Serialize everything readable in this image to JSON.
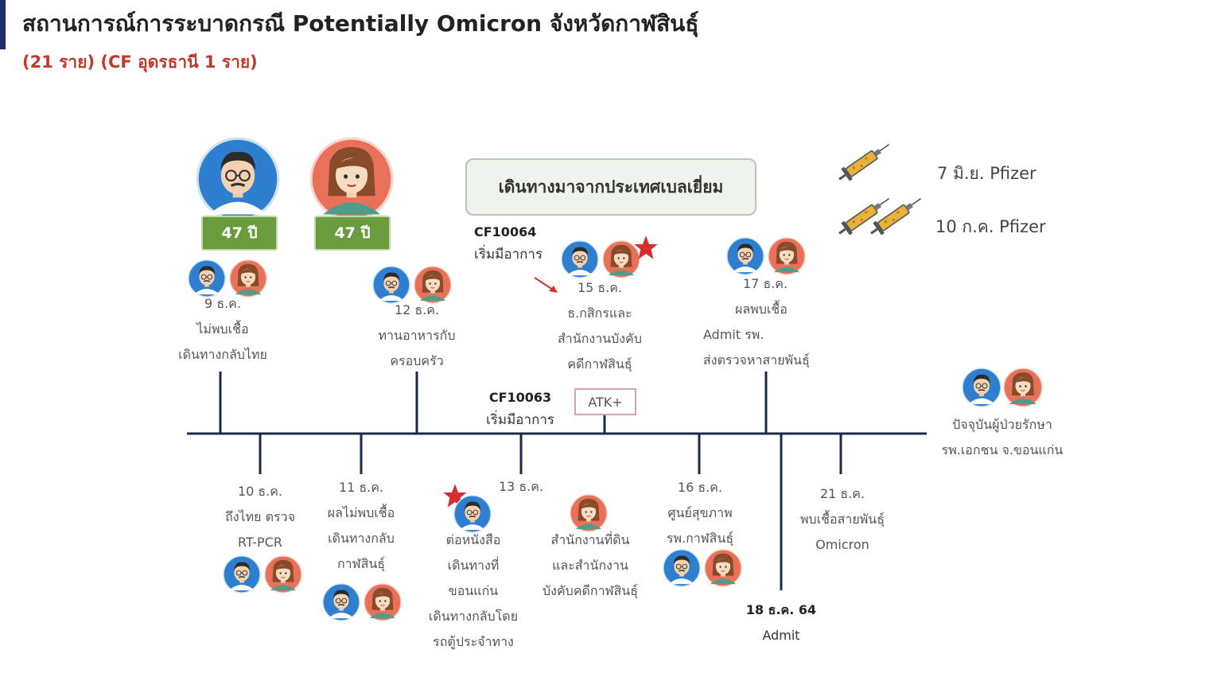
{
  "header": {
    "title": "สถานการณ์การระบาดกรณี Potentially Omicron จังหวัดกาฬสินธุ์",
    "subtitle": "(21 ราย) (CF อุดรธานี 1 ราย)"
  },
  "patients": {
    "male_age": "47 ปี",
    "female_age": "47 ปี"
  },
  "banner": "เดินทางมาจากประเทศเบลเยี่ยม",
  "vaccines": {
    "dose1": "7 มิ.ย.  Pfizer",
    "dose2": "10 ก.ค.  Pfizer"
  },
  "cases": {
    "cf10064_id": "CF10064",
    "cf10064_text": "เริ่มมีอาการ",
    "cf10063_id": "CF10063",
    "cf10063_text": "เริ่มมีอาการ"
  },
  "atk": "ATK+",
  "events_top": {
    "d9": {
      "date": "9 ธ.ค.",
      "line1": "ไม่พบเชื้อ",
      "line2": "เดินทางกลับไทย"
    },
    "d12": {
      "date": "12 ธ.ค.",
      "line1": "ทานอาหารกับ",
      "line2": "ครอบครัว"
    },
    "d15": {
      "date": "15 ธ.ค.",
      "line1": "ธ.กสิกรและ",
      "line2": "สำนักงานบังคับ",
      "line3": "คดีกาฬสินธุ์"
    },
    "d17": {
      "date": "17 ธ.ค.",
      "line1": "ผลพบเชื้อ",
      "line2": "Admit รพ.",
      "line3": "ส่งตรวจหาสายพันธุ์"
    }
  },
  "events_bottom": {
    "d10": {
      "date": "10 ธ.ค.",
      "line1": "ถึงไทย ตรวจ",
      "line2": "RT-PCR"
    },
    "d11": {
      "date": "11 ธ.ค.",
      "line1": "ผลไม่พบเชื้อ",
      "line2": "เดินทางกลับ",
      "line3": "กาฬสินธุ์"
    },
    "d13a": {
      "line1": "ต่อหนังสือ",
      "line2": "เดินทางที่",
      "line3": "ขอนแก่น",
      "line4": "เดินทางกลับโดย",
      "line5": "รถตู้ประจำทาง"
    },
    "d13": {
      "date": "13 ธ.ค.",
      "line1": "สำนักงานที่ดิน",
      "line2": "และสำนักงาน",
      "line3": "บังคับคดีกาฬสินธุ์"
    },
    "d16": {
      "date": "16 ธ.ค.",
      "line1": "ศูนย์สุขภาพ",
      "line2": "รพ.กาฬสินธุ์"
    },
    "d18": {
      "date": "18 ธ.ค. 64",
      "line1": "Admit"
    },
    "d21": {
      "date": "21 ธ.ค.",
      "line1": "พบเชื้อสายพันธุ์",
      "line2": "Omicron"
    }
  },
  "current": {
    "line1": "ปัจจุบันผู้ป่วยรักษา",
    "line2": "รพ.เอกชน จ.ขอนแก่น"
  },
  "colors": {
    "title_red": "#c0392b",
    "age_green": "#6a9b3c",
    "male_bg": "#2f7fd1",
    "female_bg": "#e9715a",
    "star": "#d32f2f",
    "accent": "#1f2f6b"
  }
}
